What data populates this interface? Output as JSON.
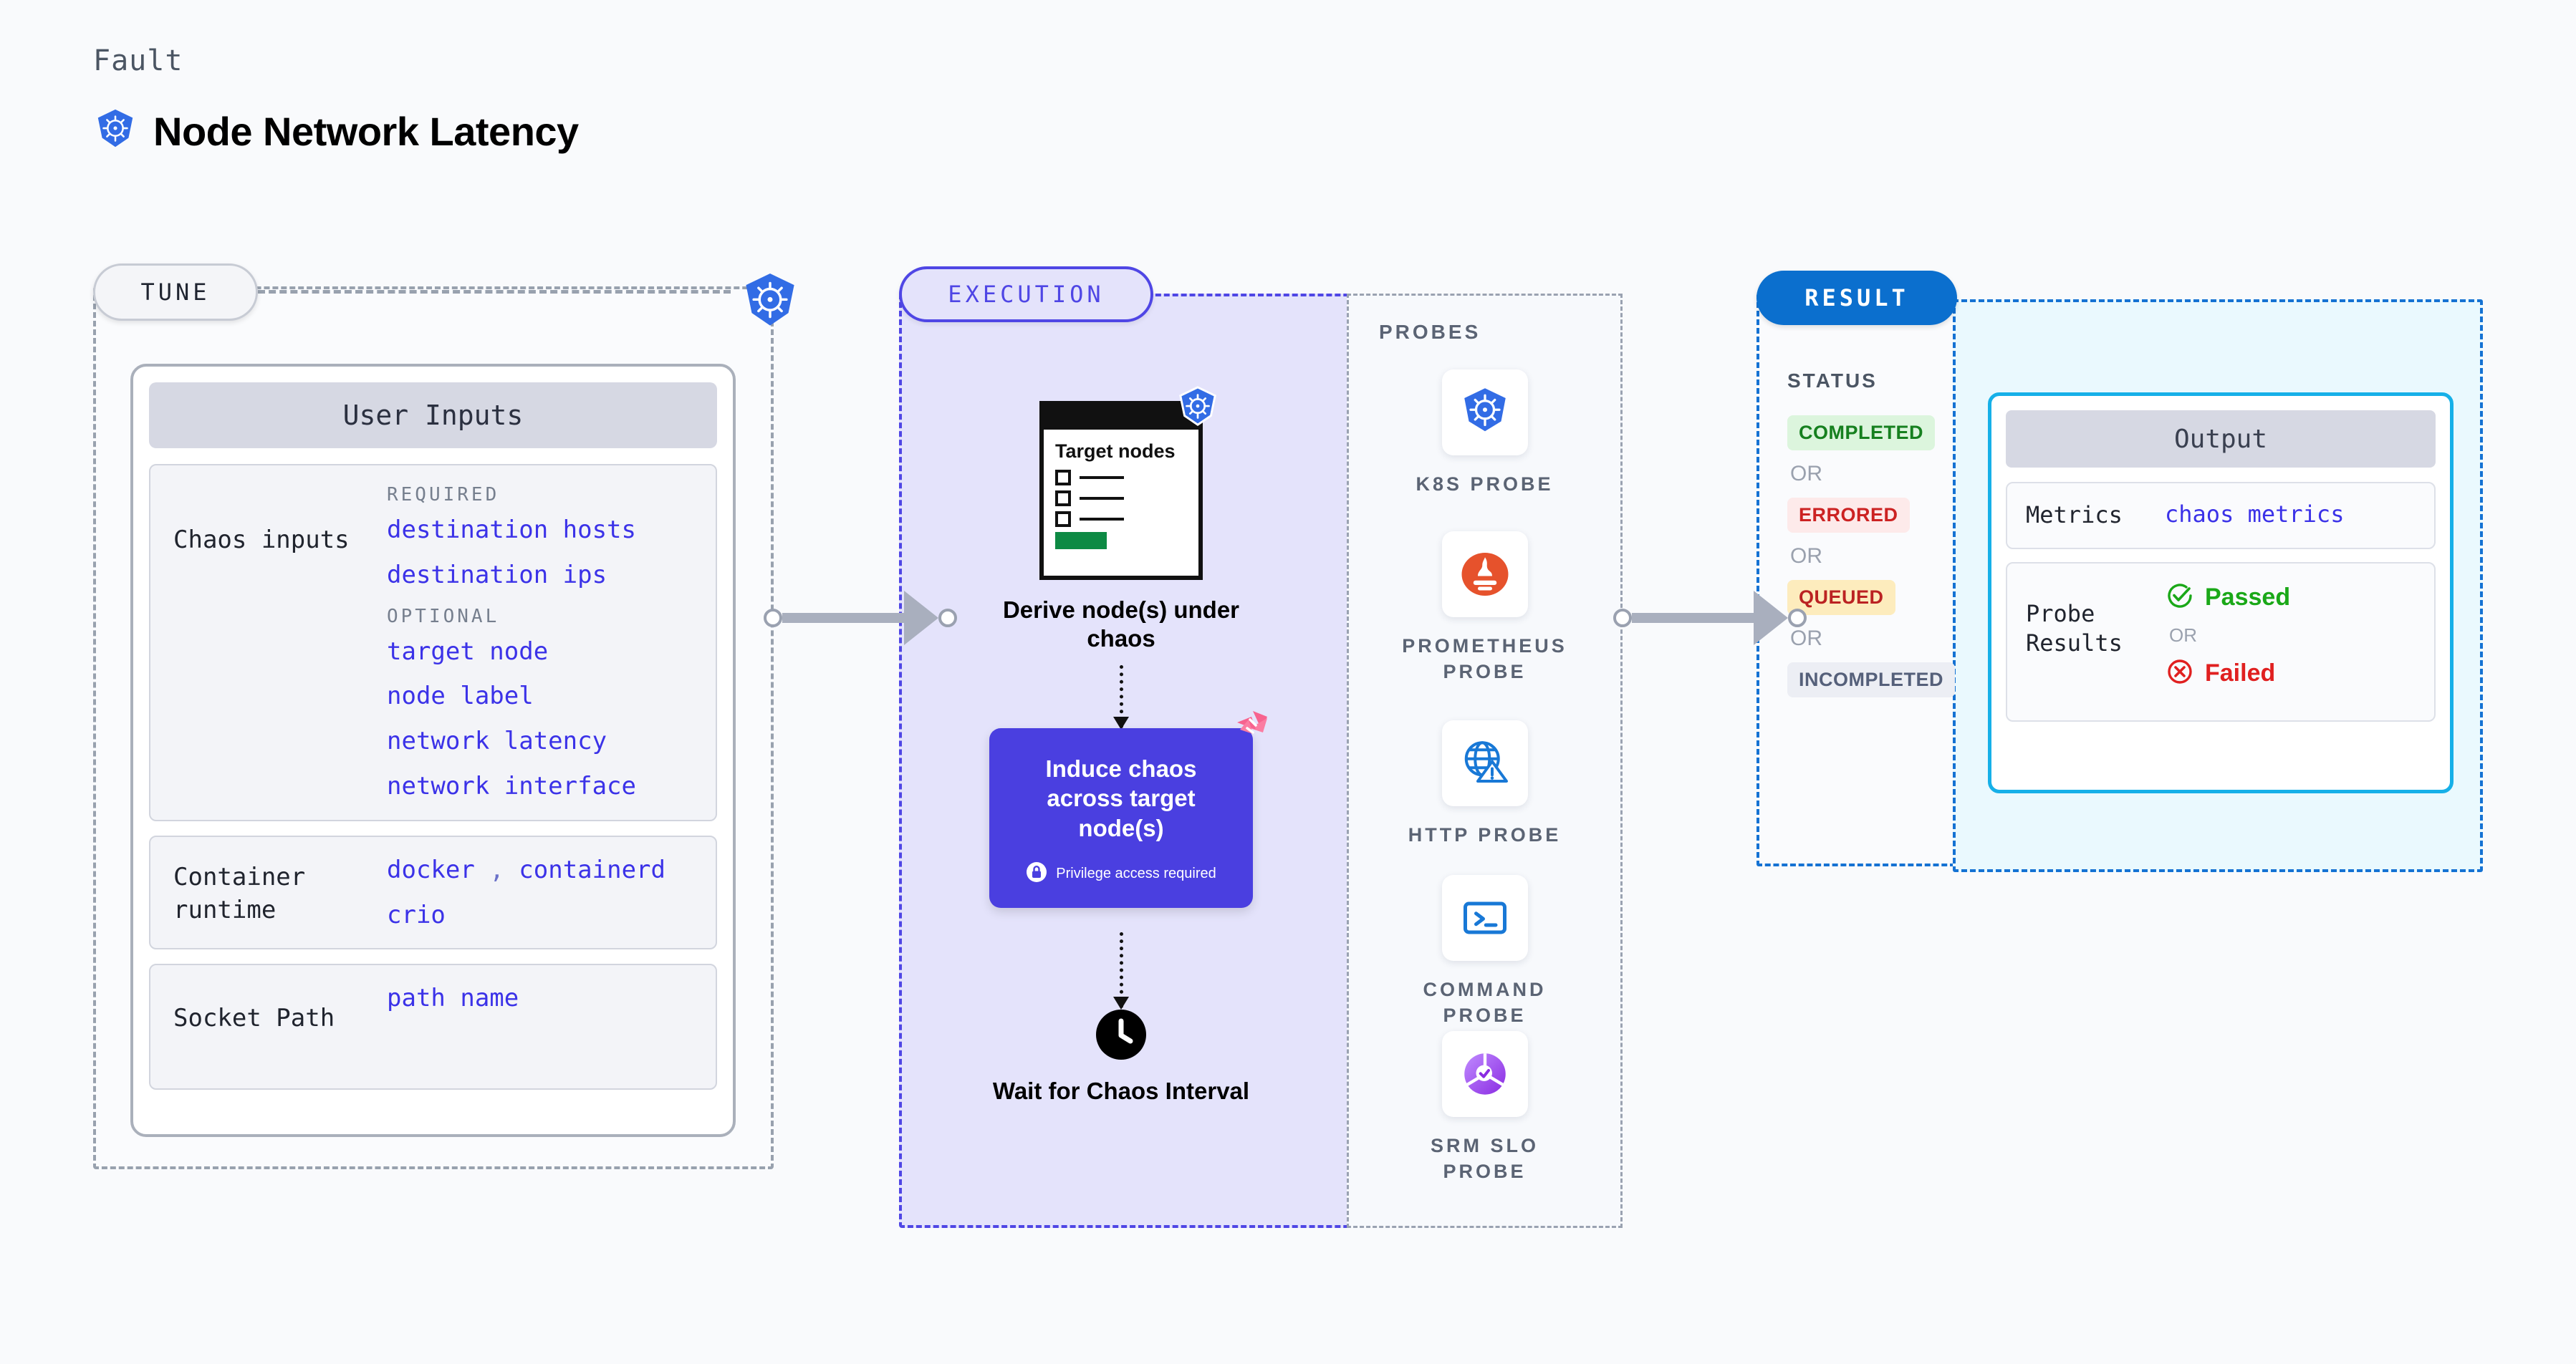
{
  "header": {
    "kicker": "Fault",
    "title": "Node Network Latency",
    "icon": "kubernetes-icon"
  },
  "tune": {
    "badge": "TUNE",
    "card_header": "User Inputs",
    "groups": [
      {
        "label": "Chaos inputs",
        "required_tag": "REQUIRED",
        "required_values": [
          "destination hosts",
          "destination ips"
        ],
        "optional_tag": "OPTIONAL",
        "optional_values": [
          "target node",
          "node label",
          "network latency",
          "network interface"
        ]
      },
      {
        "label": "Container runtime",
        "values_line1": "docker",
        "separator": ",",
        "values_line1b": "containerd",
        "values_line2": "crio"
      },
      {
        "label": "Socket Path",
        "value": "path name"
      }
    ]
  },
  "execution": {
    "badge": "EXECUTION",
    "steps": [
      {
        "doc_title": "Target nodes",
        "caption": "Derive node(s) under chaos",
        "icon": "kubernetes-icon"
      },
      {
        "title": "Induce chaos across target node(s)",
        "note": "Privilege access required",
        "note_icon": "lock-icon",
        "corner_icon": "harness-logo-icon"
      },
      {
        "caption": "Wait for Chaos Interval",
        "icon": "clock-icon"
      }
    ],
    "probes_title": "PROBES",
    "probes": [
      {
        "label": "K8S PROBE",
        "icon": "kubernetes-icon"
      },
      {
        "label": "PROMETHEUS PROBE",
        "icon": "prometheus-icon"
      },
      {
        "label": "HTTP PROBE",
        "icon": "http-globe-warning-icon"
      },
      {
        "label": "COMMAND PROBE",
        "icon": "terminal-icon"
      },
      {
        "label": "SRM SLO PROBE",
        "icon": "srm-slo-donut-icon"
      }
    ]
  },
  "result": {
    "badge": "RESULT",
    "status_title": "STATUS",
    "or_label": "OR",
    "statuses": [
      {
        "label": "COMPLETED",
        "bg": "#dcf5dd",
        "fg": "#16801f"
      },
      {
        "label": "ERRORED",
        "bg": "#fdeaea",
        "fg": "#cc2222"
      },
      {
        "label": "QUEUED",
        "bg": "#fdecbd",
        "fg": "#bb2222"
      },
      {
        "label": "INCOMPLETED",
        "bg": "#eceef4",
        "fg": "#55607a"
      }
    ]
  },
  "output": {
    "header": "Output",
    "metrics_label": "Metrics",
    "metrics_value": "chaos metrics",
    "probe_results_label": "Probe Results",
    "passed_label": "Passed",
    "failed_label": "Failed",
    "or_label": "OR"
  },
  "colors": {
    "accent_purple": "#4a3fe0",
    "accent_blue": "#0b6fce",
    "k8s_blue": "#326ce5",
    "harness_pink": "#f7638f",
    "pass_green": "#1aa818",
    "fail_red": "#e02020"
  }
}
